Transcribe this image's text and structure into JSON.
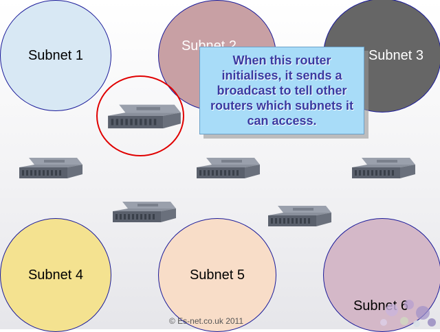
{
  "subnets": {
    "s1": "Subnet 1",
    "s2": "Subnet 2",
    "s3": "Subnet 3",
    "s4": "Subnet 4",
    "s5": "Subnet 5",
    "s6": "Subnet 6"
  },
  "callout": "When this router initialises, it sends a broadcast to tell other routers which subnets it can access.",
  "footer": "© Es-net.co.uk 2011",
  "colors": {
    "highlight": "#e00000",
    "callout_bg": "#a8dcf8",
    "callout_text": "#3a3aa0"
  }
}
